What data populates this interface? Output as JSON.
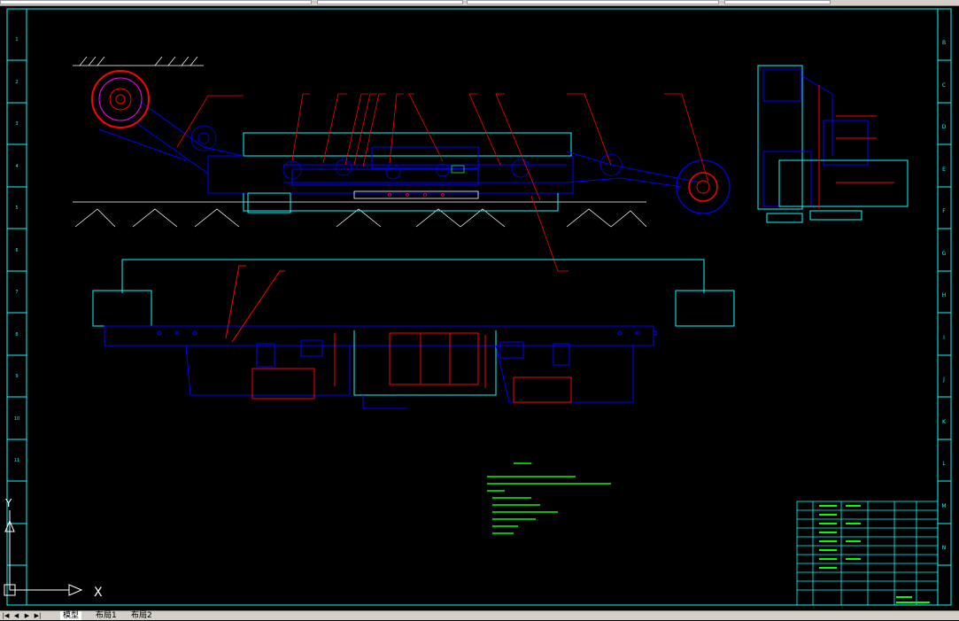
{
  "colors": {
    "background": "#000000",
    "frame": "#00ffff",
    "machine": "#0000ff",
    "cutting_drum": "#ff0000",
    "notes_text": "#00ff00",
    "leader_lines": "#ff0000",
    "ui_chrome": "#d4d0c8"
  },
  "ucs_icon": {
    "x_label": "X",
    "y_label": "Y"
  },
  "frame_labels": {
    "right": [
      "B",
      "C",
      "D",
      "E",
      "F",
      "G",
      "H",
      "I",
      "J",
      "K",
      "L",
      "M",
      "N"
    ]
  },
  "layout_tabs": [
    {
      "label": "模型",
      "active": true
    },
    {
      "label": "布局1",
      "active": false
    },
    {
      "label": "布局2",
      "active": false
    }
  ],
  "nav_buttons": [
    "|◀",
    "◀",
    "▶",
    "▶|"
  ],
  "icons": {
    "nav_first": "first-tab-icon",
    "nav_prev": "prev-tab-icon",
    "nav_next": "next-tab-icon",
    "nav_last": "last-tab-icon",
    "ucs": "ucs-icon"
  }
}
